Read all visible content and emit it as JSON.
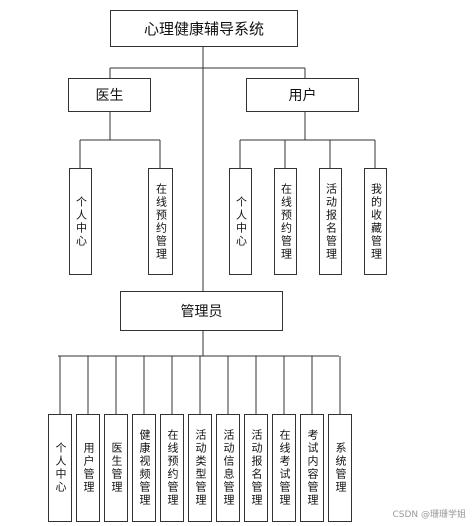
{
  "diagram": {
    "root": "心理健康辅导系统",
    "roles": {
      "doctor": {
        "label": "医生",
        "modules": [
          "个人中心",
          "在线预约管理"
        ]
      },
      "user": {
        "label": "用户",
        "modules": [
          "个人中心",
          "在线预约管理",
          "活动报名管理",
          "我的收藏管理"
        ]
      },
      "admin": {
        "label": "管理员",
        "modules": [
          "个人中心",
          "用户管理",
          "医生管理",
          "健康视频管理",
          "在线预约管理",
          "活动类型管理",
          "活动信息管理",
          "活动报名管理",
          "在线考试管理",
          "考试内容管理",
          "系统管理"
        ]
      }
    }
  },
  "watermark": "CSDN @珊珊学姐",
  "colors": {
    "line": "#333333",
    "box_border": "#333333",
    "text": "#111111",
    "watermark": "#9a9a9a"
  }
}
